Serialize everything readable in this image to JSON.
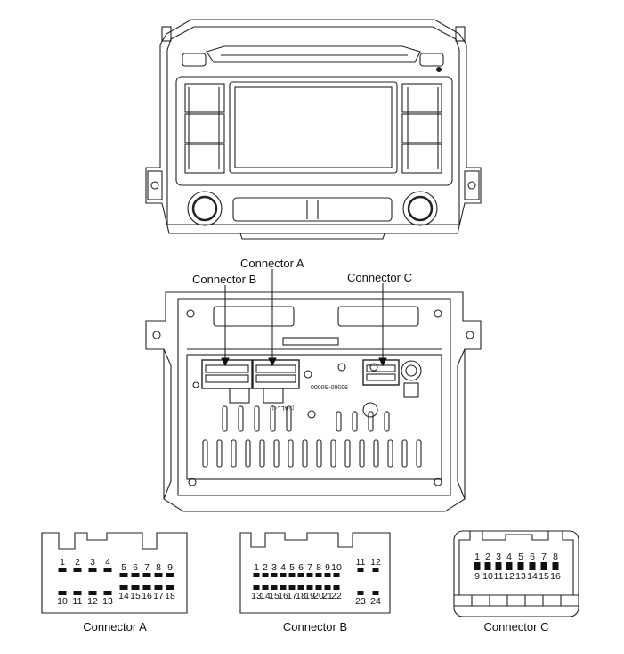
{
  "callouts": {
    "connector_a": "Connector A",
    "connector_b": "Connector B",
    "connector_c": "Connector C"
  },
  "rear_view_markings": {
    "part_number": "96560-B6000",
    "arrow_mark": "▷ALL◁"
  },
  "connectors": [
    {
      "id": "a",
      "caption": "Connector A",
      "top_row": [
        "1",
        "2",
        "3",
        "4",
        "5",
        "6",
        "7",
        "8",
        "9"
      ],
      "bottom_row": [
        "10",
        "11",
        "12",
        "13",
        "14",
        "15",
        "16",
        "17",
        "18"
      ]
    },
    {
      "id": "b",
      "caption": "Connector B",
      "top_row": [
        "1",
        "2",
        "3",
        "4",
        "5",
        "6",
        "7",
        "8",
        "9",
        "10",
        "11",
        "12"
      ],
      "bottom_row": [
        "13",
        "14",
        "15",
        "16",
        "17",
        "18",
        "19",
        "20",
        "21",
        "22",
        "23",
        "24"
      ]
    },
    {
      "id": "c",
      "caption": "Connector C",
      "top_row": [
        "1",
        "2",
        "3",
        "4",
        "5",
        "6",
        "7",
        "8"
      ],
      "bottom_row": [
        "9",
        "10",
        "11",
        "12",
        "13",
        "14",
        "15",
        "16"
      ]
    }
  ]
}
